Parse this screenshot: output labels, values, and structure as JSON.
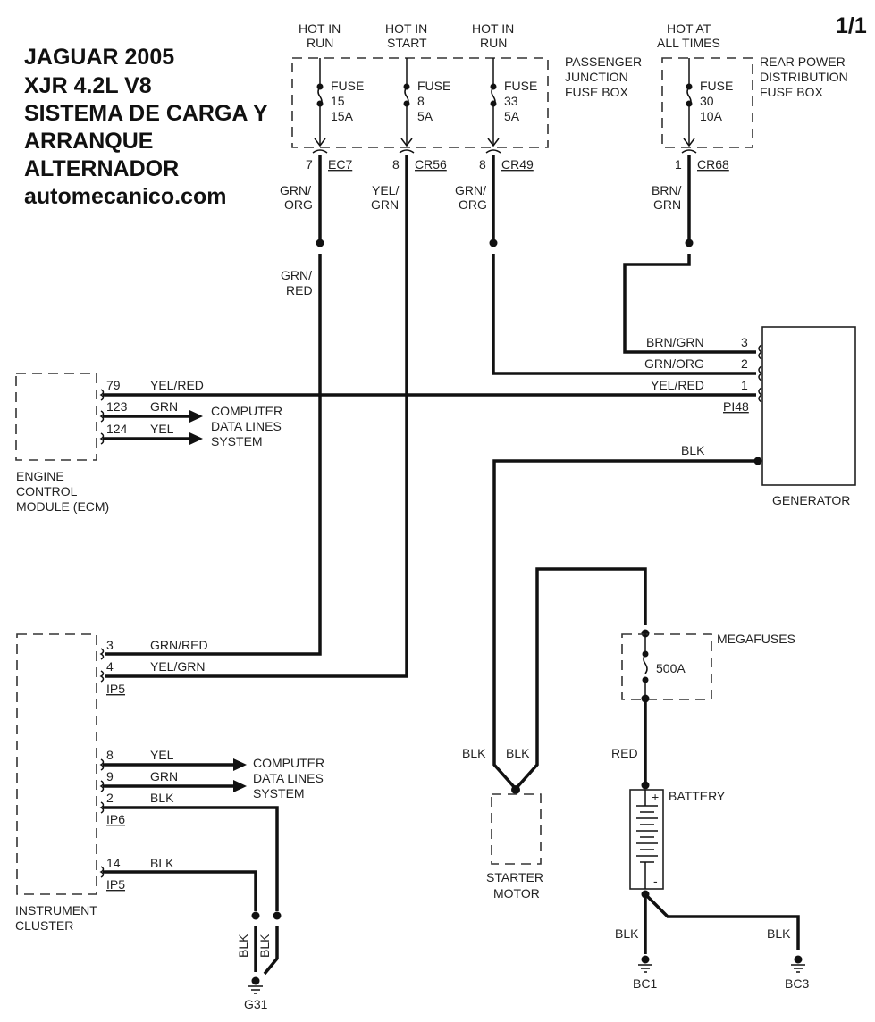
{
  "page_number": "1/1",
  "title_lines": [
    "JAGUAR 2005",
    "XJR 4.2L V8",
    "SISTEMA DE CARGA Y",
    "ARRANQUE",
    "ALTERNADOR",
    "automecanico.com"
  ],
  "fuse_boxes": {
    "passenger": {
      "label": [
        "PASSENGER",
        "JUNCTION",
        "FUSE BOX"
      ],
      "fuses": [
        {
          "hot": [
            "HOT IN",
            "RUN"
          ],
          "name": "FUSE",
          "number": "15",
          "rating": "15A",
          "pin": "7",
          "connector": "EC7",
          "wire": [
            "GRN/",
            "ORG"
          ]
        },
        {
          "hot": [
            "HOT IN",
            "START"
          ],
          "name": "FUSE",
          "number": "8",
          "rating": "5A",
          "pin": "8",
          "connector": "CR56",
          "wire": [
            "YEL/",
            "GRN"
          ]
        },
        {
          "hot": [
            "HOT IN",
            "RUN"
          ],
          "name": "FUSE",
          "number": "33",
          "rating": "5A",
          "pin": "8",
          "connector": "CR49",
          "wire": [
            "GRN/",
            "ORG"
          ]
        }
      ]
    },
    "rear": {
      "label": [
        "REAR POWER",
        "DISTRIBUTION",
        "FUSE BOX"
      ],
      "fuses": [
        {
          "hot": [
            "HOT AT",
            "ALL TIMES"
          ],
          "name": "FUSE",
          "number": "30",
          "rating": "10A",
          "pin": "1",
          "connector": "CR68",
          "wire": [
            "BRN/",
            "GRN"
          ]
        }
      ]
    }
  },
  "splice_wire_label": [
    "GRN/",
    "RED"
  ],
  "ecm": {
    "label": [
      "ENGINE",
      "CONTROL",
      "MODULE (ECM)"
    ],
    "pins": [
      {
        "pin": "79",
        "wire": "YEL/RED"
      },
      {
        "pin": "123",
        "wire": "GRN"
      },
      {
        "pin": "124",
        "wire": "YEL"
      }
    ],
    "data_lines_label": [
      "COMPUTER",
      "DATA LINES",
      "SYSTEM"
    ]
  },
  "generator": {
    "label": "GENERATOR",
    "connector": "PI48",
    "pins": [
      {
        "pin": "3",
        "wire": "BRN/GRN"
      },
      {
        "pin": "2",
        "wire": "GRN/ORG"
      },
      {
        "pin": "1",
        "wire": "YEL/RED"
      }
    ],
    "ground_wire": "BLK"
  },
  "instrument_cluster": {
    "label": [
      "INSTRUMENT",
      "CLUSTER"
    ],
    "groups": [
      {
        "connector": "IP5",
        "pins": [
          {
            "pin": "3",
            "wire": "GRN/RED"
          },
          {
            "pin": "4",
            "wire": "YEL/GRN"
          }
        ]
      },
      {
        "connector": "IP6",
        "pins": [
          {
            "pin": "8",
            "wire": "YEL"
          },
          {
            "pin": "9",
            "wire": "GRN"
          },
          {
            "pin": "2",
            "wire": "BLK"
          }
        ]
      },
      {
        "connector": "IP5",
        "pins": [
          {
            "pin": "14",
            "wire": "BLK"
          }
        ]
      }
    ],
    "data_lines_label": [
      "COMPUTER",
      "DATA LINES",
      "SYSTEM"
    ],
    "ground_wires": [
      "BLK",
      "BLK"
    ],
    "ground": "G31"
  },
  "starter": {
    "label": [
      "STARTER",
      "MOTOR"
    ],
    "wires": [
      "BLK",
      "BLK"
    ]
  },
  "megafuse": {
    "label": "MEGAFUSES",
    "rating": "500A"
  },
  "battery": {
    "label": "BATTERY",
    "positive_wire": "RED",
    "plus": "+",
    "minus": "-",
    "grounds": [
      {
        "wire": "BLK",
        "name": "BC1"
      },
      {
        "wire": "BLK",
        "name": "BC3"
      }
    ]
  }
}
